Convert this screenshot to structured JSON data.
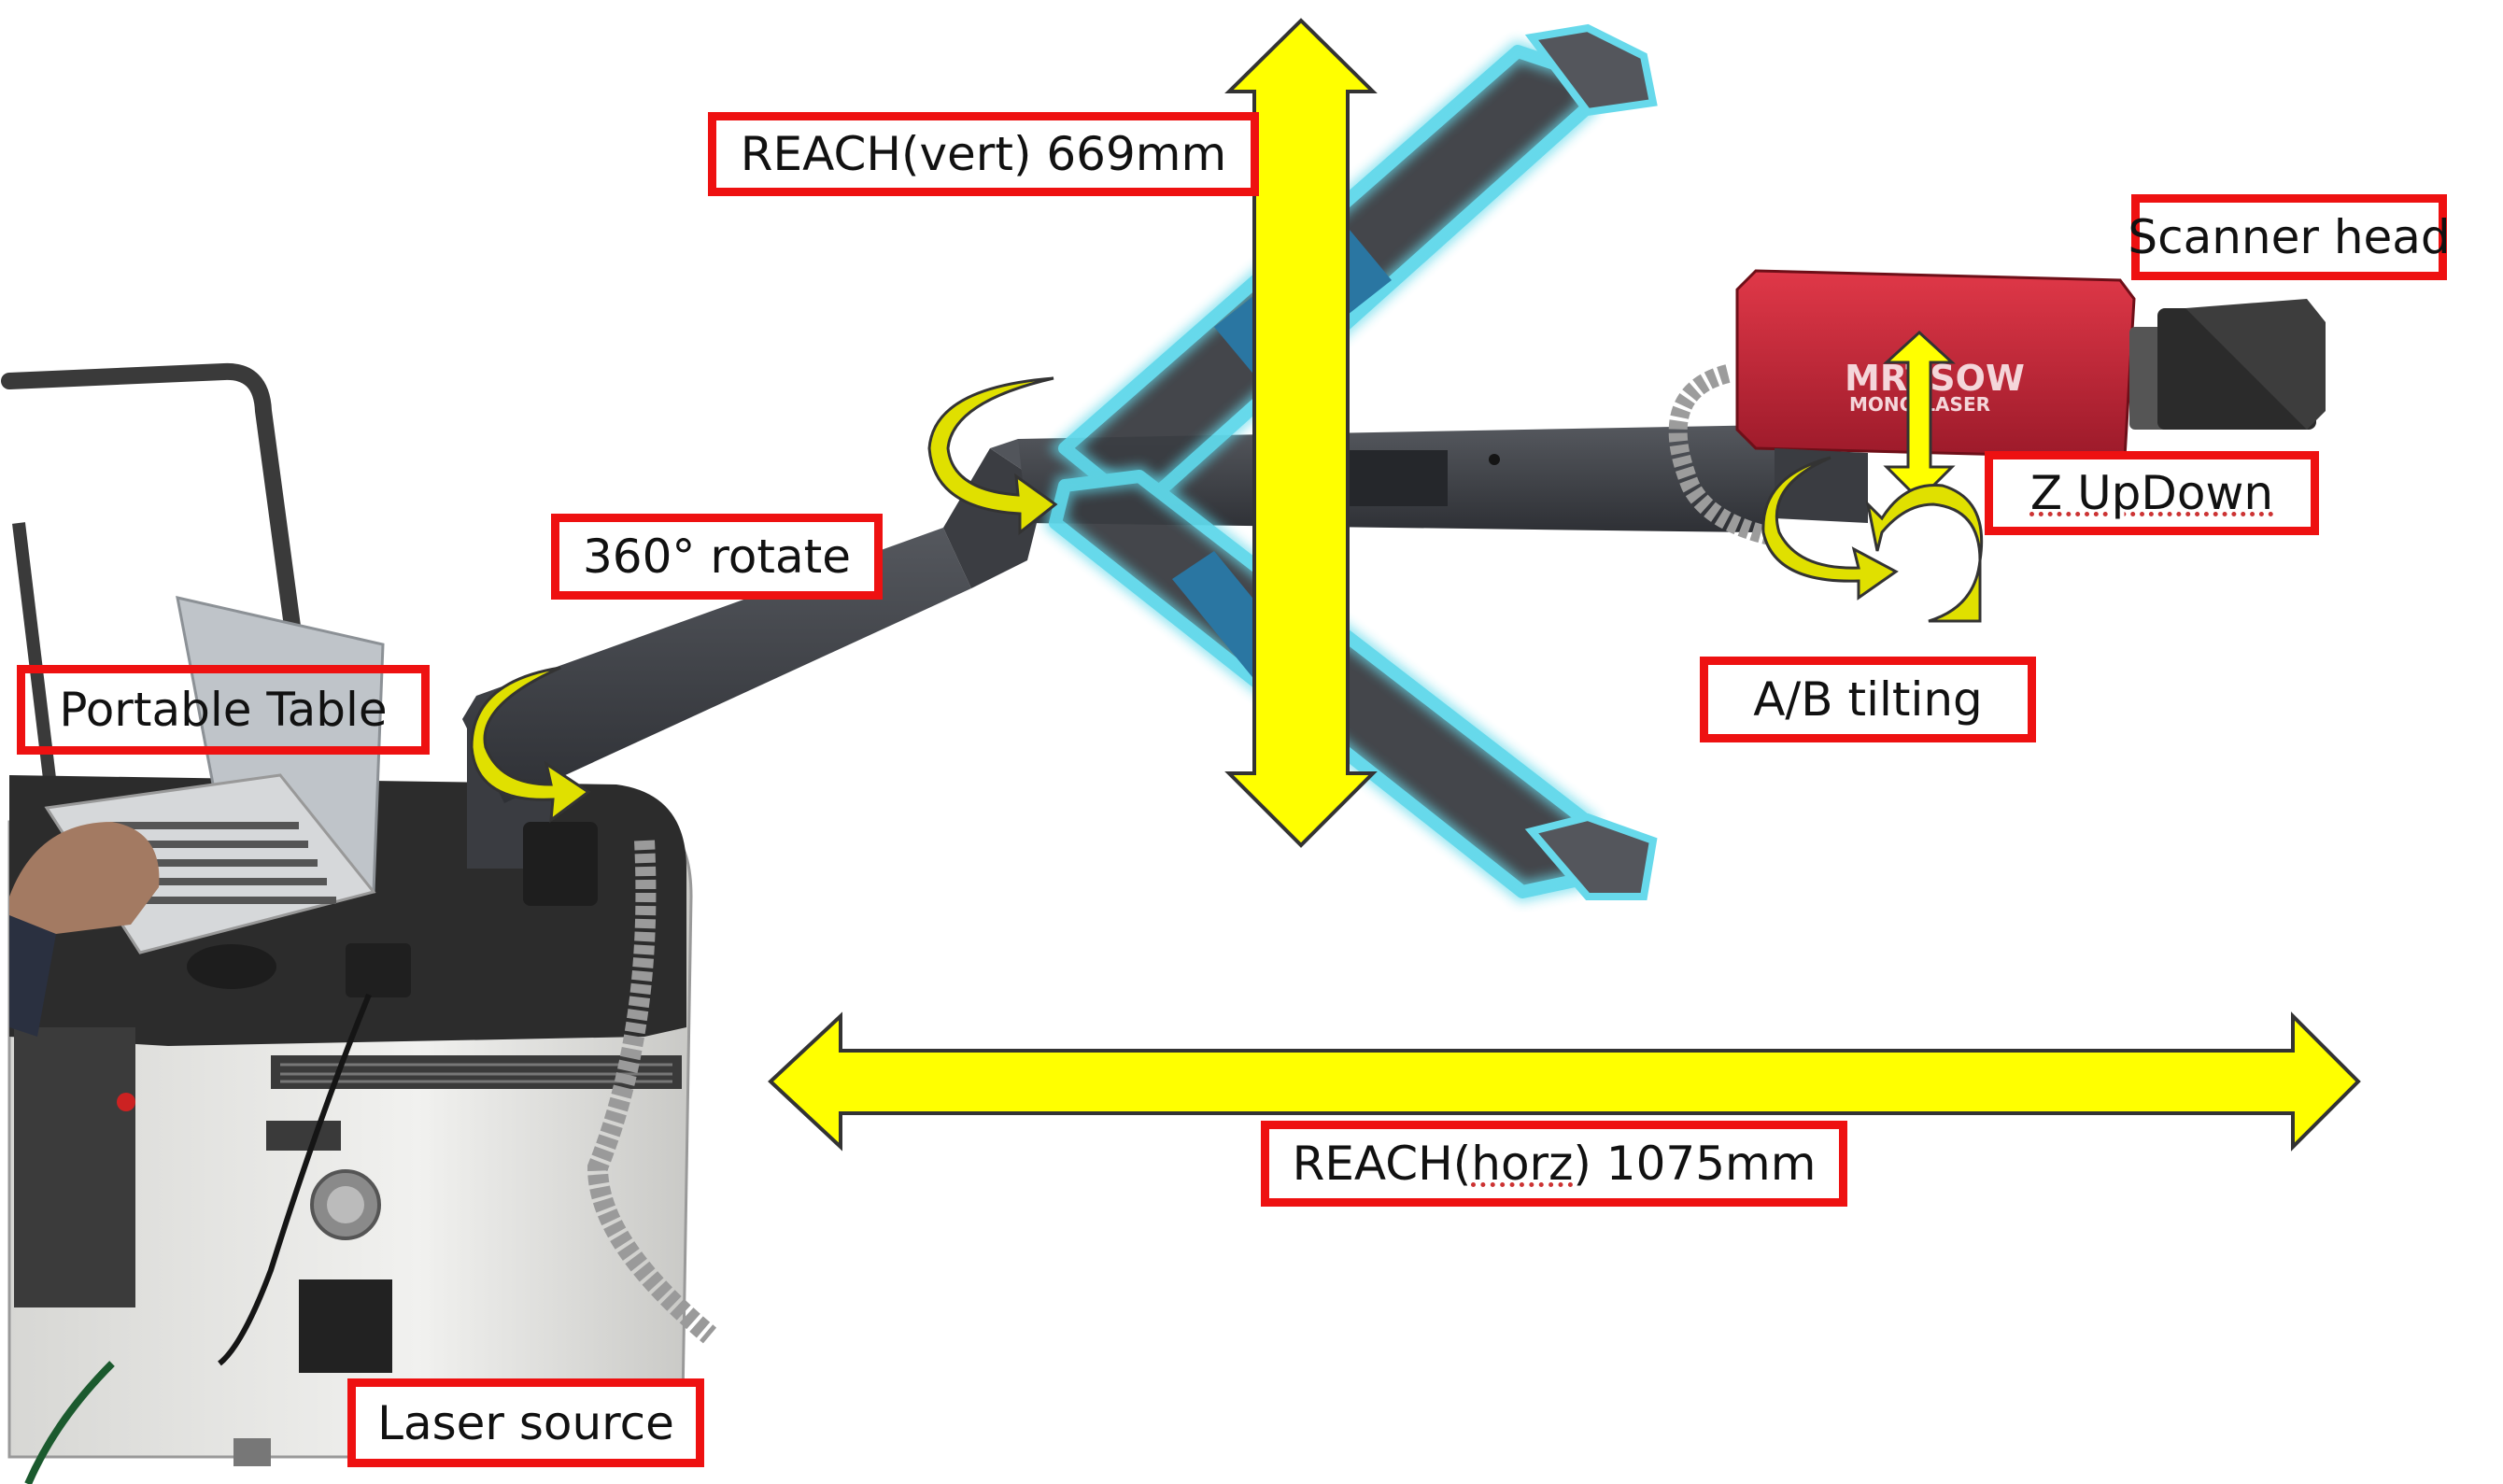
{
  "labels": {
    "reach_vert": "REACH(vert) 669mm",
    "scanner_head": "Scanner head",
    "rotate": "360° rotate",
    "portable_table": "Portable Table",
    "z_updown": "Z UpDown",
    "ab_tilting": "A/B tilting",
    "reach_horz_prefix": "REACH(",
    "reach_horz_word": "horz",
    "reach_horz_suffix": ") 1075mm",
    "laser_source": "Laser source"
  },
  "scanner_brand": {
    "line1": "MRTSOW",
    "line2": "MONO-LASER"
  },
  "colors": {
    "label_border": "#ee1111",
    "arrow_fill": "#ffff00",
    "arrow_stroke": "#333333",
    "rotate_arrow_fill": "#e0e000",
    "arm_dark": "#3d3f44",
    "arm_ghost_glow": "#5fd8ea",
    "arm_ghost_block": "#1f6f9e",
    "scanner_body": "#c8263a",
    "scanner_head": "#2b2b2b",
    "machine_body": "#e9e9e6",
    "machine_top": "#2c2c2c"
  }
}
